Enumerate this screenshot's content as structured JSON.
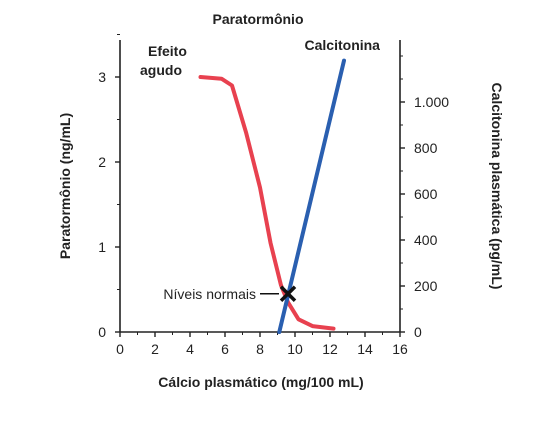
{
  "chart_data": {
    "type": "line",
    "title": "Paratormônio",
    "xlabel": "Cálcio plasmático (mg/100 mL)",
    "ylabel_left": "Paratormônio (ng/mL)",
    "ylabel_right": "Calcitonina plasmática (pg/mL)",
    "xlim": [
      0,
      16
    ],
    "ylim_left": [
      0,
      3.5
    ],
    "ylim_right": [
      0,
      1300
    ],
    "x_ticks": [
      0,
      2,
      4,
      6,
      8,
      10,
      12,
      14,
      16
    ],
    "x_tick_labels": [
      "0",
      "2",
      "4",
      "6",
      "8",
      "10",
      "12",
      "14",
      "16"
    ],
    "y_left_ticks": [
      0,
      1,
      2,
      3
    ],
    "y_left_tick_labels": [
      "0",
      "1",
      "2",
      "3"
    ],
    "y_right_ticks": [
      0,
      200,
      400,
      600,
      800,
      1000
    ],
    "y_right_tick_labels": [
      "0",
      "200",
      "400",
      "600",
      "800",
      "1.000"
    ],
    "grid": false,
    "series": [
      {
        "name": "Paratormônio",
        "axis": "left",
        "color": "#e8414f",
        "points": [
          [
            4.6,
            3.0
          ],
          [
            5.8,
            2.98
          ],
          [
            6.4,
            2.9
          ],
          [
            7.2,
            2.35
          ],
          [
            8.0,
            1.7
          ],
          [
            8.6,
            1.05
          ],
          [
            9.2,
            0.55
          ],
          [
            9.6,
            0.35
          ],
          [
            10.2,
            0.15
          ],
          [
            11.0,
            0.07
          ],
          [
            12.2,
            0.04
          ]
        ]
      },
      {
        "name": "Calcitonina",
        "axis": "right",
        "color": "#2a5fb0",
        "points": [
          [
            9.1,
            0
          ],
          [
            12.8,
            1180
          ]
        ]
      }
    ],
    "annotations": [
      {
        "text": "Efeito agudo",
        "lines": [
          "Efeito",
          "agudo"
        ]
      },
      {
        "text": "Níveis normais",
        "marker": "x",
        "x": 9.6,
        "y_left": 0.45
      }
    ]
  }
}
